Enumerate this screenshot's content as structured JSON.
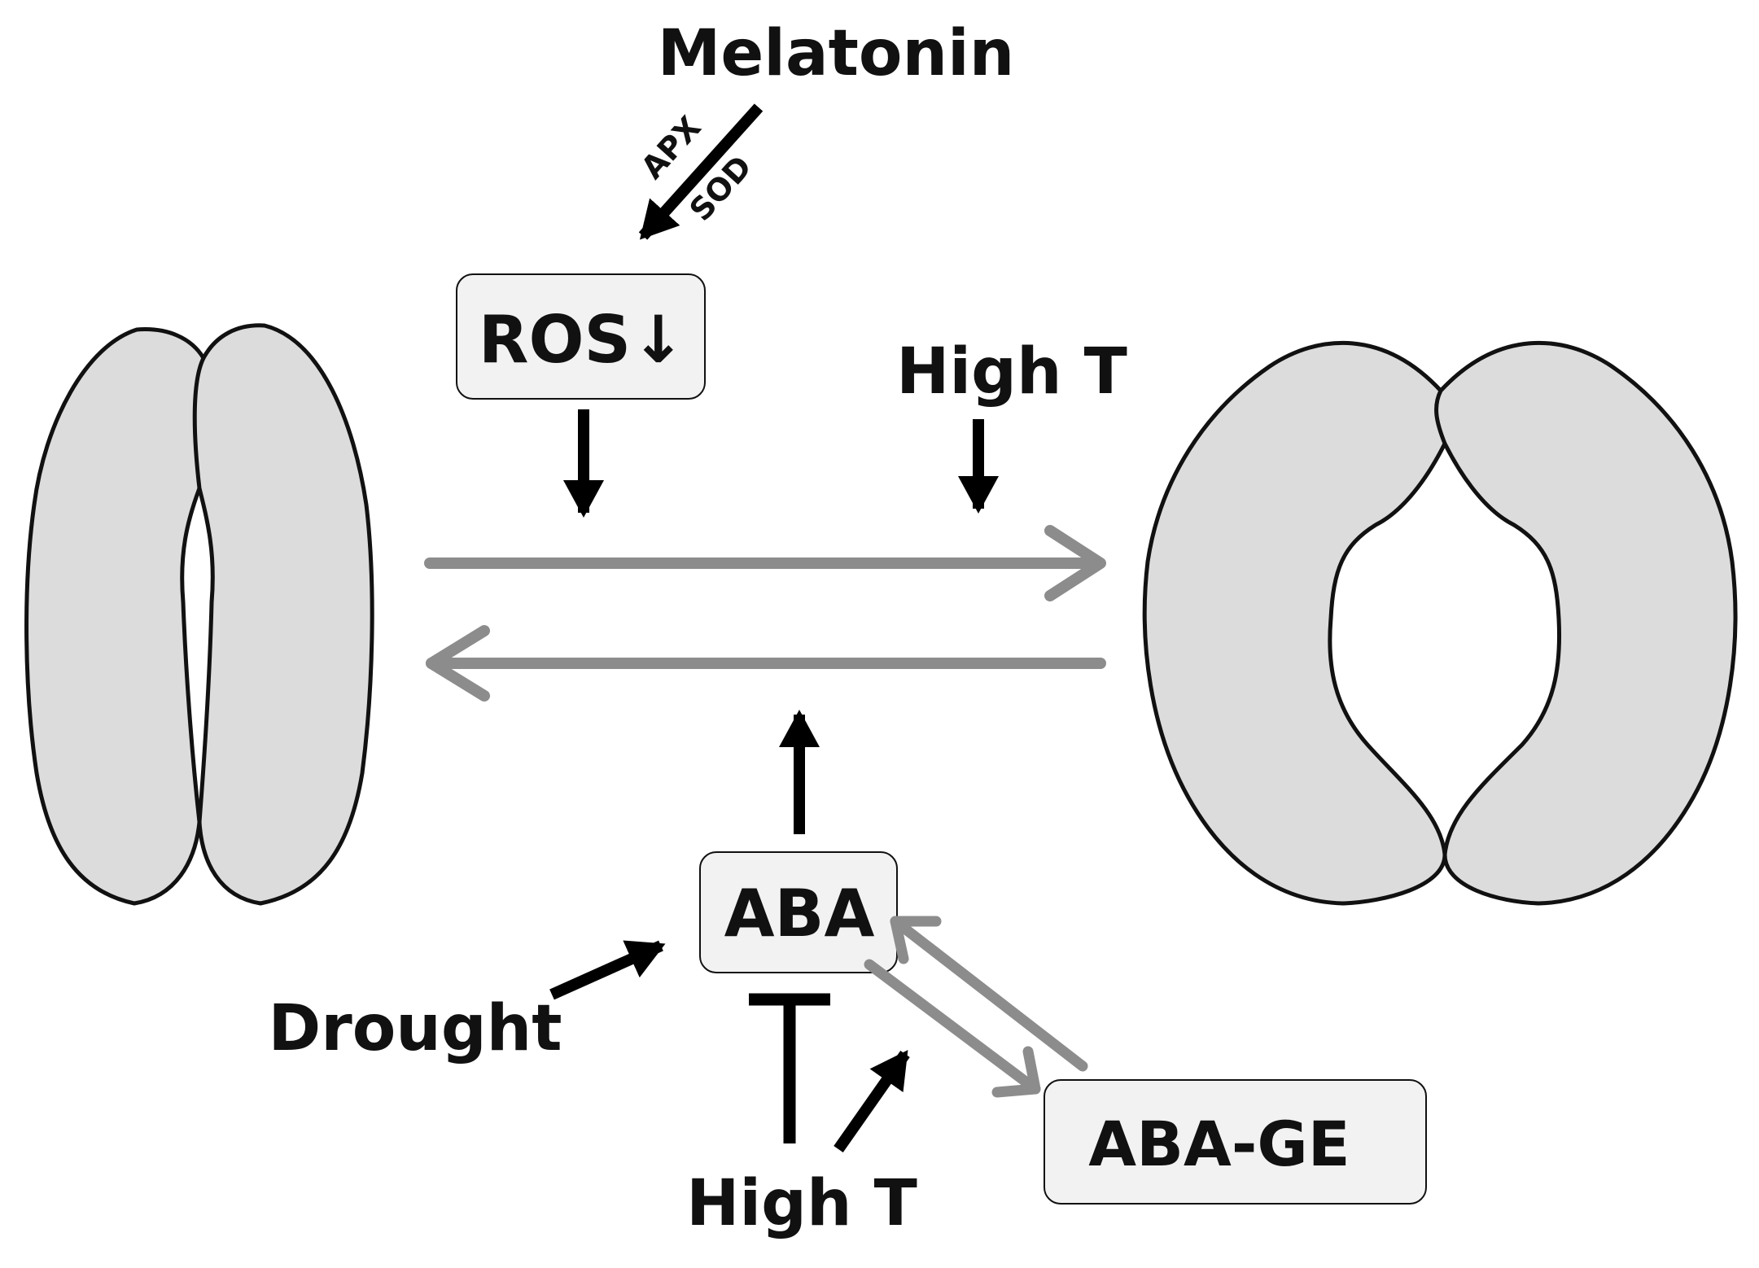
{
  "labels": {
    "melatonin": "Melatonin",
    "apx": "APX",
    "sod": "SOD",
    "ros": "ROS↓",
    "high_t_top": "High T",
    "aba": "ABA",
    "drought": "Drought",
    "high_t_bottom": "High T",
    "aba_ge": "ABA-GE"
  },
  "colors": {
    "guard_cell_fill": "#dcdcdc",
    "outline": "#111111",
    "box_fill": "#f2f2f2",
    "black_arrow": "#000000",
    "gray_arrow": "#8c8c8c"
  },
  "icons": {
    "closed_stoma": "closed-stoma-icon",
    "open_stoma": "open-stoma-icon"
  }
}
